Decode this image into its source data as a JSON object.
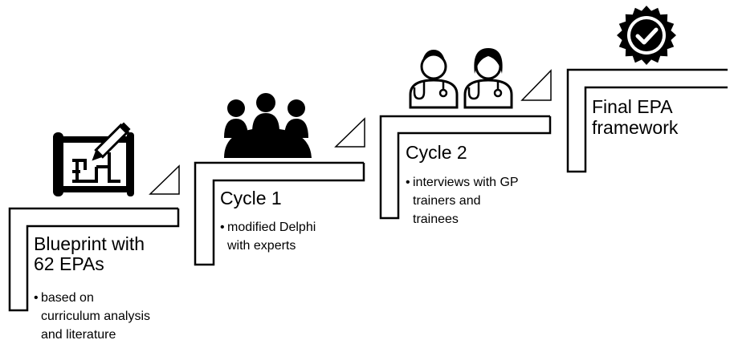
{
  "steps": [
    {
      "title_lines": [
        "Blueprint with",
        "62 EPAs"
      ],
      "bullet_lines": [
        "based on",
        "curriculum analysis",
        "and literature"
      ],
      "icon": "blueprint-icon"
    },
    {
      "title_lines": [
        "Cycle 1"
      ],
      "bullet_lines": [
        "modified Delphi",
        "with experts"
      ],
      "icon": "group-meeting-icon"
    },
    {
      "title_lines": [
        "Cycle 2"
      ],
      "bullet_lines": [
        "interviews with GP",
        "trainers and",
        "trainees"
      ],
      "icon": "doctors-icon"
    },
    {
      "title_lines": [
        "Final EPA",
        "framework"
      ],
      "bullet_lines": [],
      "icon": "approved-badge-icon"
    }
  ],
  "bullet_symbol": "•",
  "colors": {
    "line": "#000000",
    "icon": "#000000",
    "background": "#ffffff"
  }
}
